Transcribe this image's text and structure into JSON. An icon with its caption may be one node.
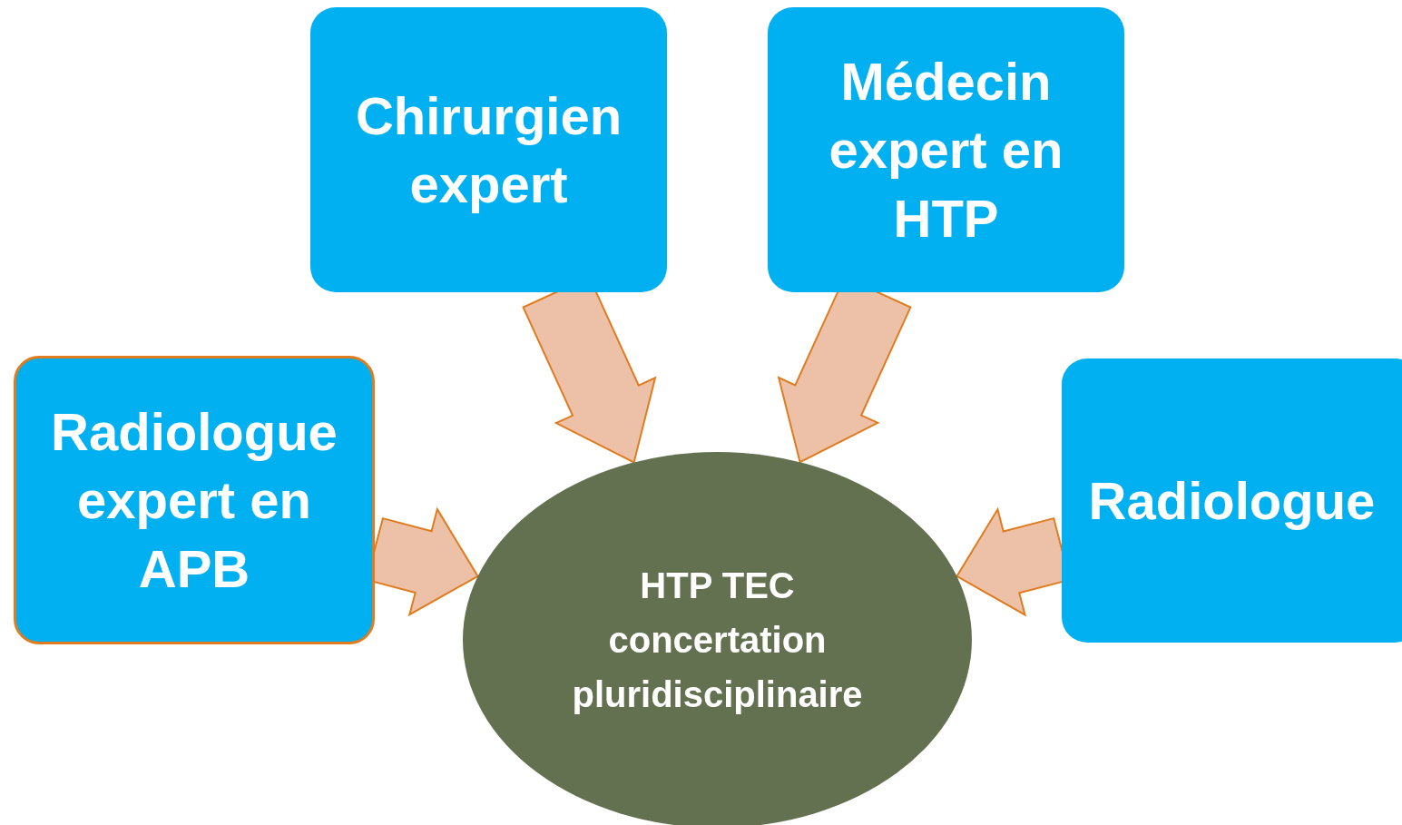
{
  "diagram": {
    "nodes": [
      {
        "text": [
          "Chirurgien expert"
        ]
      },
      {
        "text": [
          "Médecin expert en HTP"
        ]
      },
      {
        "text": [
          "Radiologue expert en APB"
        ]
      },
      {
        "text": [
          "Radiologue"
        ]
      },
      {
        "text": [
          "HTP TEC concertation pluridisciplinaire"
        ]
      }
    ],
    "edges": [
      {
        "from": 0,
        "to": 4,
        "arrow": "to"
      },
      {
        "from": 1,
        "to": 4,
        "arrow": "to"
      },
      {
        "from": 2,
        "to": 4,
        "arrow": "to"
      },
      {
        "from": 3,
        "to": 4,
        "arrow": "to"
      }
    ]
  }
}
